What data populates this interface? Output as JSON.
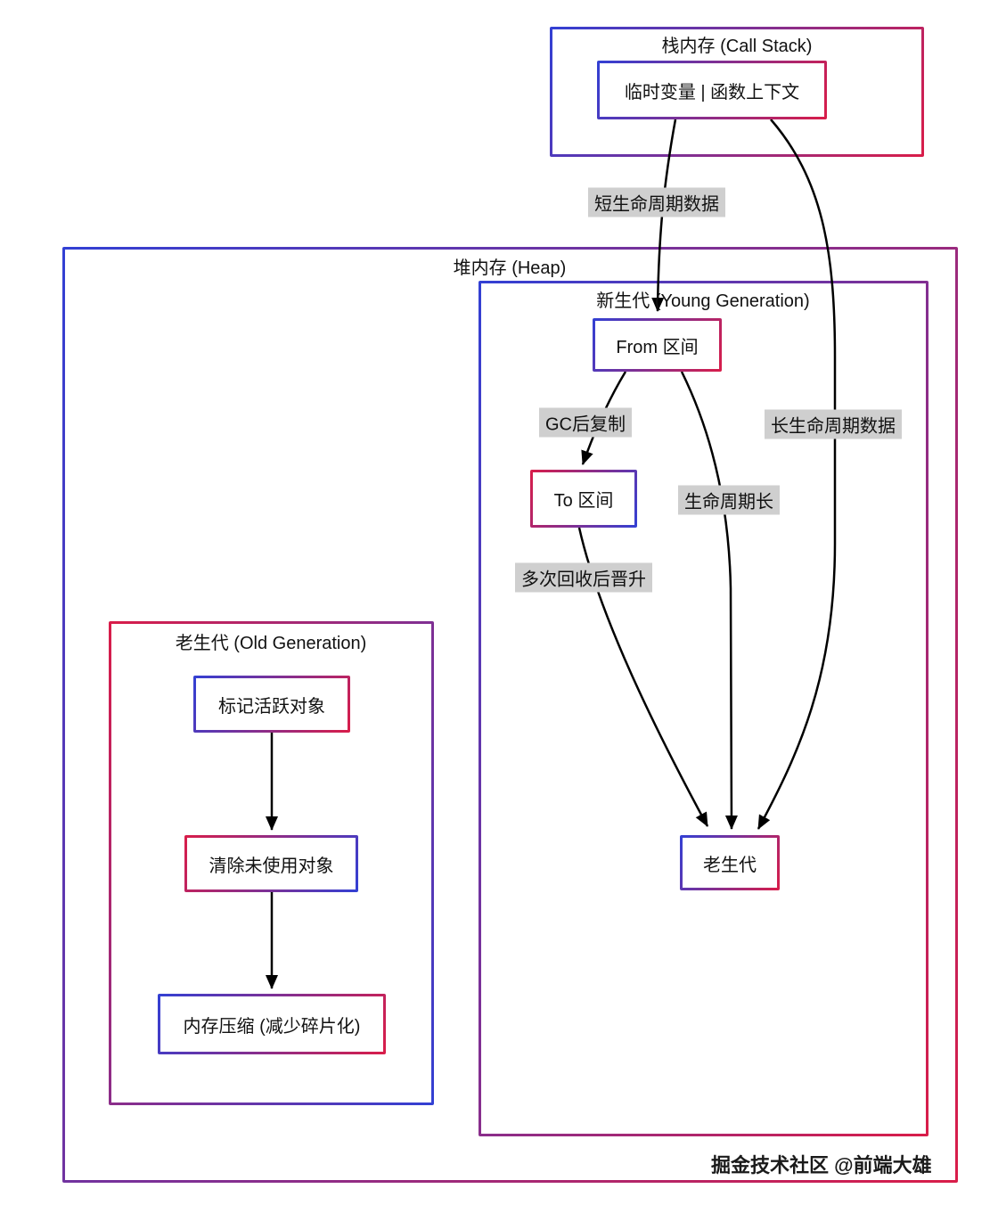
{
  "colors": {
    "accent_blue": "#3240d4",
    "accent_red": "#d91d49",
    "label_bg": "#cfcfcf"
  },
  "call_stack": {
    "title": "栈内存 (Call Stack)",
    "node_temp": "临时变量 | 函数上下文"
  },
  "heap": {
    "title": "堆内存 (Heap)"
  },
  "young_gen": {
    "title": "新生代 (Young Generation)",
    "node_from": "From 区间",
    "node_to": "To 区间",
    "node_old": "老生代"
  },
  "old_gen": {
    "title": "老生代 (Old Generation)",
    "node_mark": "标记活跃对象",
    "node_sweep": "清除未使用对象",
    "node_compact": "内存压缩 (减少碎片化)"
  },
  "edges": {
    "short_lifecycle": "短生命周期数据",
    "gc_copy": "GC后复制",
    "long_lifecycle": "长生命周期数据",
    "lifecycle_long": "生命周期长",
    "promotion": "多次回收后晋升"
  },
  "watermark": "掘金技术社区 @前端大雄"
}
